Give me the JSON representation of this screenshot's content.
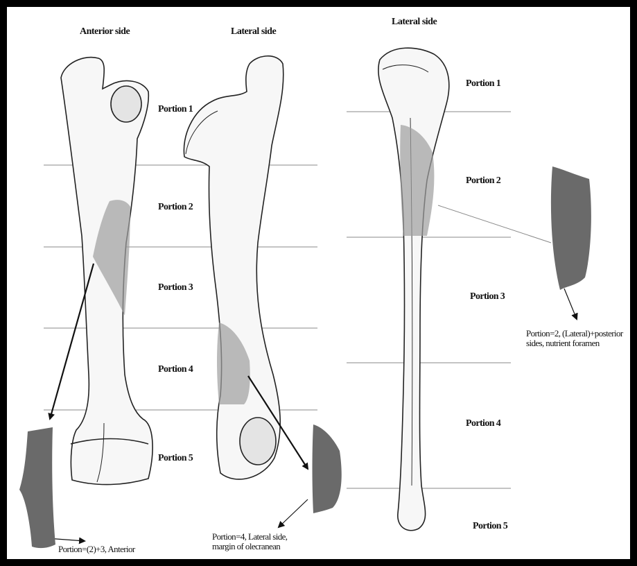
{
  "titles": {
    "bone1": "Anterior side",
    "bone2": "Lateral side",
    "bone3": "Lateral side"
  },
  "portions": {
    "p1": "Portion 1",
    "p2": "Portion 2",
    "p3": "Portion 3",
    "p4": "Portion 4",
    "p5": "Portion 5"
  },
  "captions": {
    "bone1": [
      "Portion=(2)+3, Anterior"
    ],
    "bone2": [
      "Portion=4, Lateral side,",
      "margin of olecranean"
    ],
    "bone3": [
      "Portion=2, (Lateral)+posterior",
      "sides, nutrient foramen"
    ]
  },
  "colors": {
    "background": "#ffffff",
    "frame": "#000000",
    "shading": "#9e9e9e",
    "cross_section": "#6a6a6a",
    "lines": "#8a8a8a",
    "bone_outline": "#222222"
  }
}
